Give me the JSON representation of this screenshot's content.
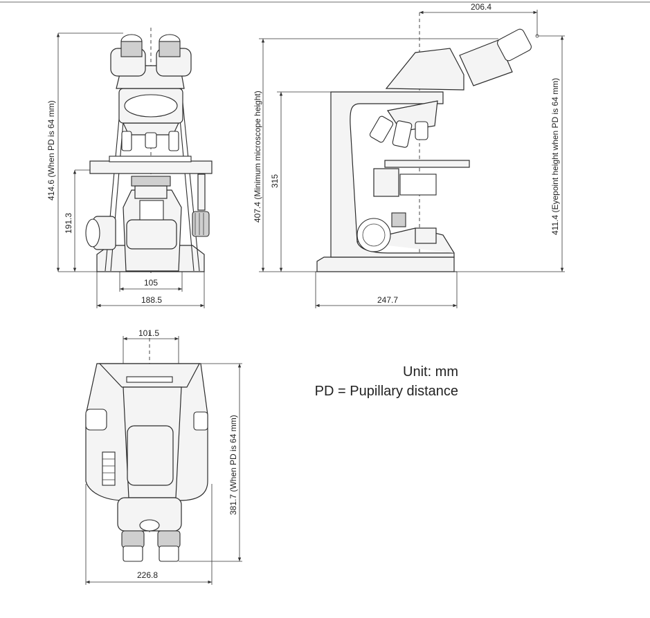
{
  "front_view": {
    "height_total_label": "414.6 (When PD is 64 mm)",
    "stage_height": "191.3",
    "base_inner_width": "105",
    "base_width": "188.5"
  },
  "side_view": {
    "top_offset": "206.4",
    "min_height_label": "407.4 (Minimum microscope height)",
    "arm_height": "315",
    "eyepoint_label": "411.4 (Eyepoint height when PD is 64 mm)",
    "depth": "247.7"
  },
  "top_view": {
    "head_width": "101.5",
    "length_label": "381.7 (When PD is 64 mm)",
    "width": "226.8"
  },
  "notes": {
    "unit": "Unit: mm",
    "pd": "PD = Pupillary distance"
  }
}
